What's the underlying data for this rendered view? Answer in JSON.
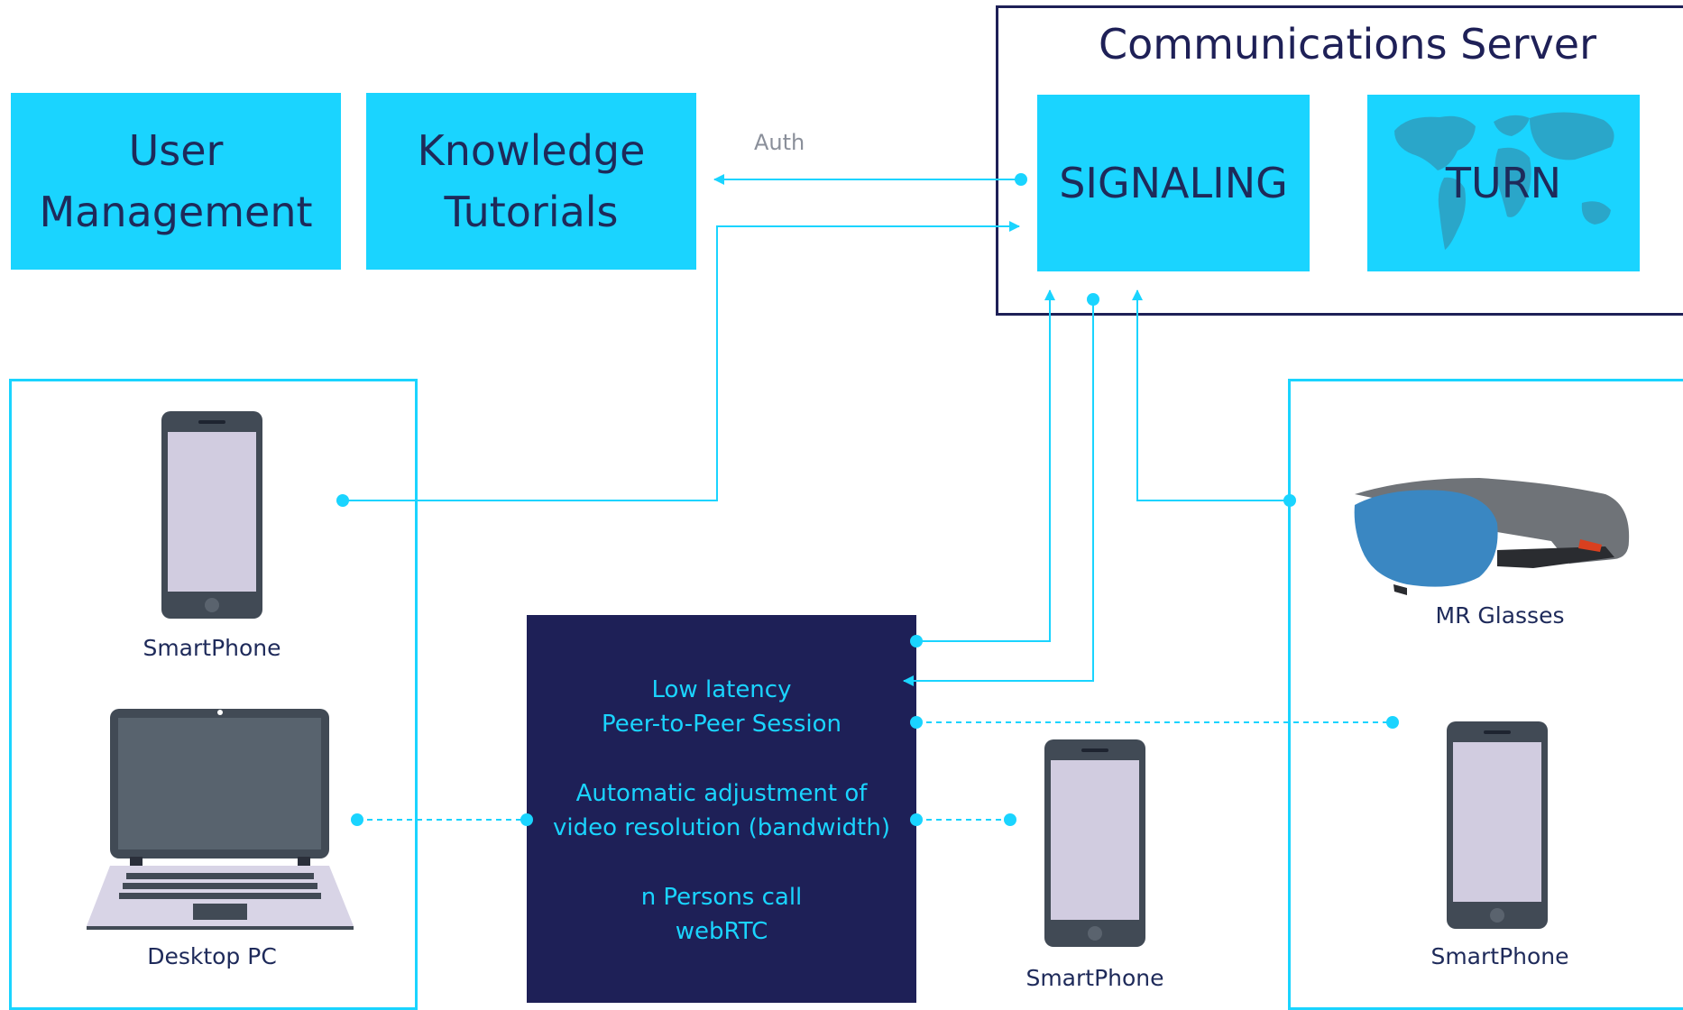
{
  "boxes": {
    "user_management": [
      "User",
      "Management"
    ],
    "knowledge_tutorials": [
      "Knowledge",
      "Tutorials"
    ]
  },
  "server": {
    "title": "Communications Server",
    "signaling": "SIGNALING",
    "turn": "TURN"
  },
  "auth_label": "Auth",
  "session": {
    "lines": [
      "Low latency",
      "Peer-to-Peer Session",
      "Automatic adjustment of",
      "video resolution (bandwidth)",
      "n Persons call",
      "webRTC"
    ]
  },
  "devices": {
    "left_smartphone": "SmartPhone",
    "desktop_pc": "Desktop PC",
    "center_smartphone": "SmartPhone",
    "mr_glasses": "MR Glasses",
    "right_smartphone": "SmartPhone"
  },
  "colors": {
    "cyan": "#1ad4ff",
    "navy": "#1e2057",
    "text_dark": "#1e2a5a",
    "device_body": "#414a55",
    "device_screen": "#d1cce0"
  }
}
